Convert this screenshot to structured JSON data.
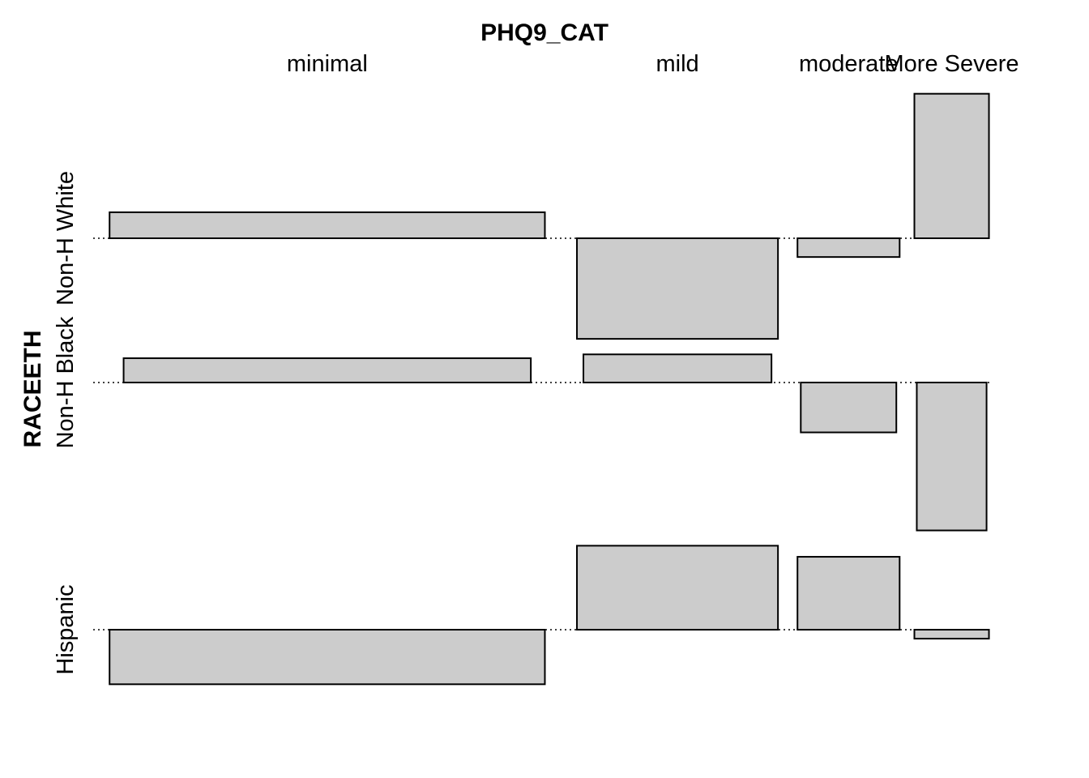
{
  "chart_data": {
    "type": "association-plot",
    "x_variable": "PHQ9_CAT",
    "y_variable": "RACEETH",
    "columns": [
      "minimal",
      "mild",
      "moderate",
      "More Severe"
    ],
    "rows": [
      "Non-H White",
      "Non-H Black",
      "Hispanic"
    ],
    "column_weights": [
      0.537,
      0.248,
      0.126,
      0.092
    ],
    "residuals": [
      [
        0.61,
        -2.36,
        -0.44,
        3.39
      ],
      [
        0.57,
        0.66,
        -1.17,
        -3.47
      ],
      [
        -1.28,
        1.97,
        1.71,
        -0.21
      ]
    ],
    "fill_color": "#cccccc",
    "stroke_color": "#000000"
  }
}
